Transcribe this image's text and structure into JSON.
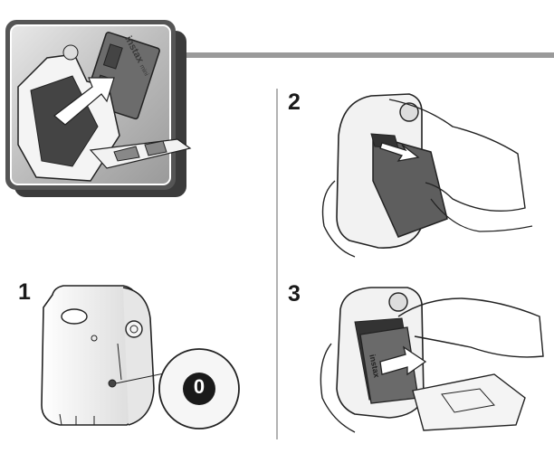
{
  "steps": [
    {
      "number": "1",
      "illustration": "camera-back-with-counter"
    },
    {
      "number": "2",
      "illustration": "opening-film-door"
    },
    {
      "number": "3",
      "illustration": "inserting-film-pack"
    }
  ],
  "counter": {
    "value": "0"
  },
  "film_pack": {
    "brand_label": "instax",
    "brand_sub": "mini"
  },
  "colors": {
    "frame": "#4a4a4a",
    "divider": "#9a9a9a",
    "counter_badge": "#1a1a1a",
    "film_pack": "#5b5b5b"
  }
}
